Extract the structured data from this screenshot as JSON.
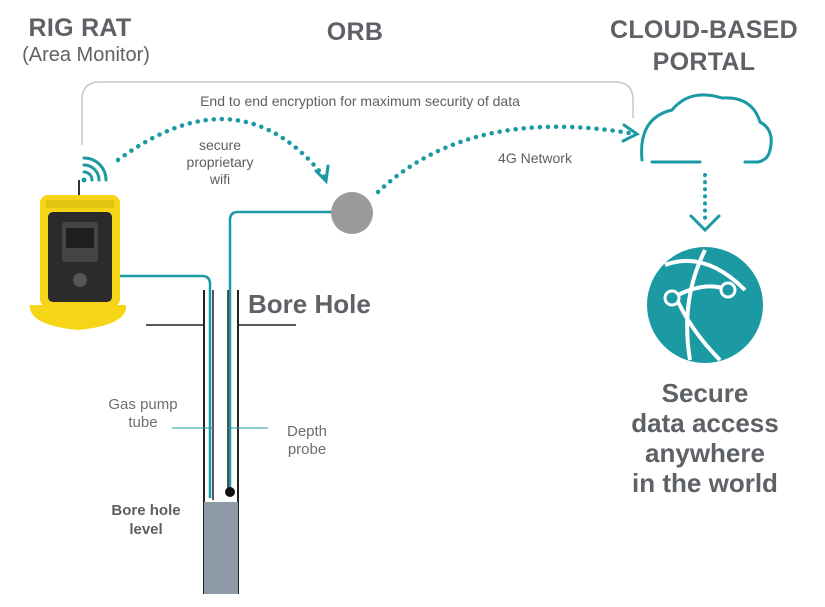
{
  "rig_rat": {
    "title": "RIG RAT",
    "subtitle": "(Area Monitor)"
  },
  "orb": {
    "title": "ORB"
  },
  "portal": {
    "title_line1": "CLOUD-BASED",
    "title_line2": "PORTAL"
  },
  "encryption_text": "End to end encryption for maximum security of data",
  "wifi_label": {
    "line1": "secure",
    "line2": "proprietary",
    "line3": "wifi"
  },
  "network_label": "4G Network",
  "bore_hole": {
    "title": "Bore Hole",
    "gas_pump_line1": "Gas pump",
    "gas_pump_line2": "tube",
    "depth_probe_line1": "Depth",
    "depth_probe_line2": "probe",
    "level_line1": "Bore hole",
    "level_line2": "level"
  },
  "secure_access": {
    "line1": "Secure",
    "line2": "data access",
    "line3": "anywhere",
    "line4": "in the world"
  },
  "colors": {
    "teal": "#1c9aa3",
    "grey_text": "#5e6266",
    "device_yellow": "#f5d516",
    "orb_grey": "#9b9b9b",
    "water": "#8e9aa6"
  },
  "icons": [
    "wifi-icon",
    "cloud-icon",
    "globe-icon",
    "orb-icon",
    "rig-rat-device"
  ]
}
